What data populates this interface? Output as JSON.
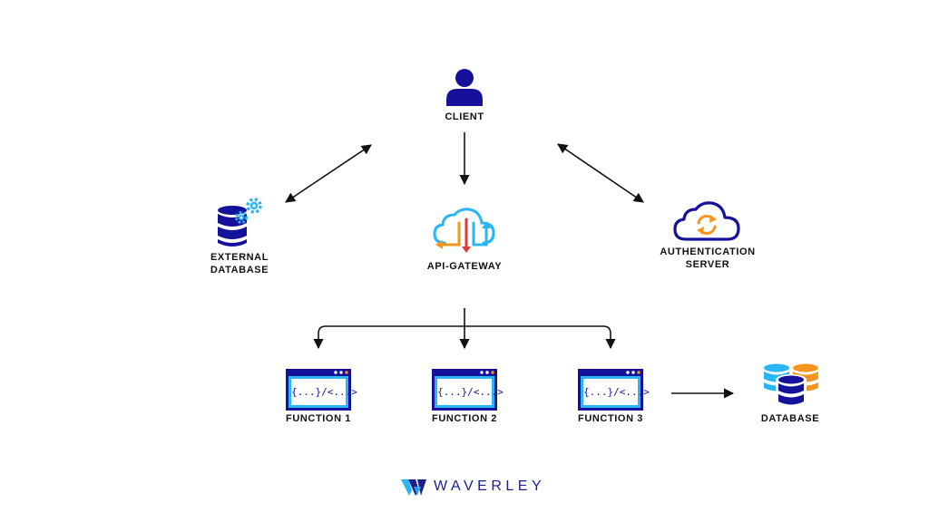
{
  "colors": {
    "navy": "#16119a",
    "sky": "#29b6f6",
    "orange": "#f7941d",
    "red": "#e53935",
    "line": "#111111",
    "brand": "#1a1f8f"
  },
  "nodes": {
    "client": {
      "label": "CLIENT",
      "icon": "user-icon"
    },
    "external_db": {
      "label": "EXTERNAL\nDATABASE",
      "icon": "database-gear-icon"
    },
    "api_gateway": {
      "label": "API-GATEWAY",
      "icon": "cloud-arrows-icon"
    },
    "auth_server": {
      "label": "AUTHENTICATION\nSERVER",
      "icon": "cloud-refresh-icon"
    },
    "function1": {
      "label": "FUNCTION 1",
      "code": "{...}/<...>",
      "icon": "code-window-icon"
    },
    "function2": {
      "label": "FUNCTION 2",
      "code": "{...}/<...>",
      "icon": "code-window-icon"
    },
    "function3": {
      "label": "FUNCTION 3",
      "code": "{...}/<...>",
      "icon": "code-window-icon"
    },
    "database": {
      "label": "DATABASE",
      "icon": "database-stack-icon"
    }
  },
  "connections": [
    {
      "from": "client",
      "to": "external_db",
      "direction": "both"
    },
    {
      "from": "client",
      "to": "api_gateway",
      "direction": "forward"
    },
    {
      "from": "client",
      "to": "auth_server",
      "direction": "both"
    },
    {
      "from": "api_gateway",
      "to": "function1",
      "direction": "forward"
    },
    {
      "from": "api_gateway",
      "to": "function2",
      "direction": "forward"
    },
    {
      "from": "api_gateway",
      "to": "function3",
      "direction": "forward"
    },
    {
      "from": "function3",
      "to": "database",
      "direction": "forward"
    }
  ],
  "brand": {
    "name": "WAVERLEY",
    "icon": "waverley-logo-icon"
  }
}
